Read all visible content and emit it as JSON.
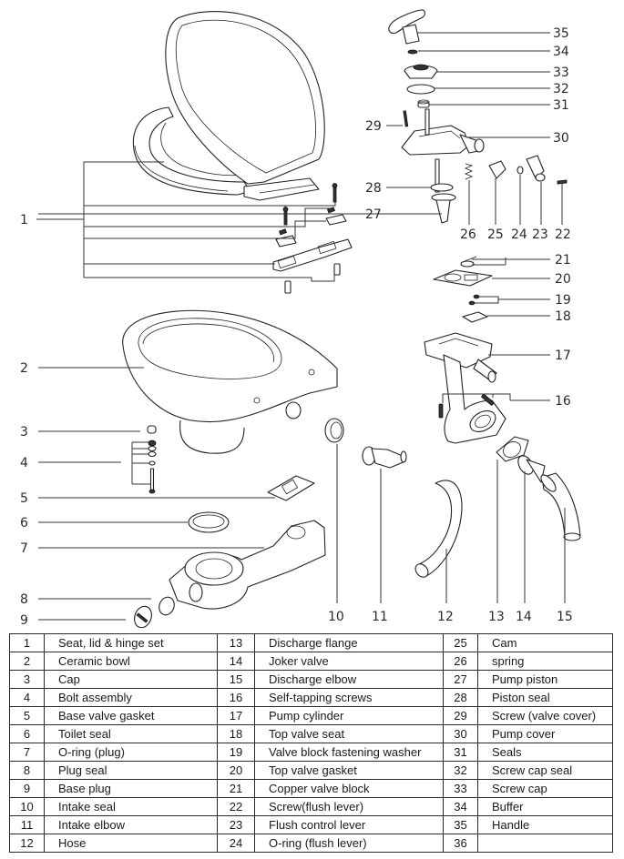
{
  "diagram": {
    "title": "Toilet exploded parts diagram",
    "callouts": [
      {
        "id": "1",
        "part": "Seat, lid & hinge set"
      },
      {
        "id": "2",
        "part": "Ceramic bowl"
      },
      {
        "id": "3",
        "part": "Cap"
      },
      {
        "id": "4",
        "part": "Bolt assembly"
      },
      {
        "id": "5",
        "part": "Base valve gasket"
      },
      {
        "id": "6",
        "part": "Toilet seal"
      },
      {
        "id": "7",
        "part": "O-ring (plug)"
      },
      {
        "id": "8",
        "part": "Plug seal"
      },
      {
        "id": "9",
        "part": "Base plug"
      },
      {
        "id": "10",
        "part": "Intake seal"
      },
      {
        "id": "11",
        "part": "Intake elbow"
      },
      {
        "id": "12",
        "part": "Hose"
      },
      {
        "id": "13",
        "part": "Discharge flange"
      },
      {
        "id": "14",
        "part": "Joker valve"
      },
      {
        "id": "15",
        "part": "Discharge elbow"
      },
      {
        "id": "16",
        "part": "Self-tapping screws"
      },
      {
        "id": "17",
        "part": "Pump cylinder"
      },
      {
        "id": "18",
        "part": "Top valve seat"
      },
      {
        "id": "19",
        "part": "Valve block fastening washer"
      },
      {
        "id": "20",
        "part": "Top valve gasket"
      },
      {
        "id": "21",
        "part": "Copper valve block"
      },
      {
        "id": "22",
        "part": "Screw(flush lever)"
      },
      {
        "id": "23",
        "part": "Flush control lever"
      },
      {
        "id": "24",
        "part": "O-ring (flush lever)"
      },
      {
        "id": "25",
        "part": "Cam"
      },
      {
        "id": "26",
        "part": "spring"
      },
      {
        "id": "27",
        "part": "Pump piston"
      },
      {
        "id": "28",
        "part": "Piston seal"
      },
      {
        "id": "29",
        "part": "Screw (valve cover)"
      },
      {
        "id": "30",
        "part": "Pump cover"
      },
      {
        "id": "31",
        "part": "Seals"
      },
      {
        "id": "32",
        "part": "Screw cap seal"
      },
      {
        "id": "33",
        "part": "Screw cap"
      },
      {
        "id": "34",
        "part": "Buffer"
      },
      {
        "id": "35",
        "part": "Handle"
      }
    ]
  },
  "parts_table": {
    "rows": [
      [
        {
          "num": "1",
          "name": "Seat, lid & hinge set"
        },
        {
          "num": "13",
          "name": "Discharge flange"
        },
        {
          "num": "25",
          "name": "Cam"
        }
      ],
      [
        {
          "num": "2",
          "name": "Ceramic bowl"
        },
        {
          "num": "14",
          "name": "Joker valve"
        },
        {
          "num": "26",
          "name": "spring"
        }
      ],
      [
        {
          "num": "3",
          "name": "Cap"
        },
        {
          "num": "15",
          "name": "Discharge elbow"
        },
        {
          "num": "27",
          "name": "Pump piston"
        }
      ],
      [
        {
          "num": "4",
          "name": "Bolt assembly"
        },
        {
          "num": "16",
          "name": "Self-tapping screws"
        },
        {
          "num": "28",
          "name": "Piston seal"
        }
      ],
      [
        {
          "num": "5",
          "name": "Base valve gasket"
        },
        {
          "num": "17",
          "name": "Pump cylinder"
        },
        {
          "num": "29",
          "name": "Screw (valve cover)"
        }
      ],
      [
        {
          "num": "6",
          "name": "Toilet seal"
        },
        {
          "num": "18",
          "name": "Top valve seat"
        },
        {
          "num": "30",
          "name": "Pump cover"
        }
      ],
      [
        {
          "num": "7",
          "name": "O-ring (plug)"
        },
        {
          "num": "19",
          "name": "Valve block fastening washer"
        },
        {
          "num": "31",
          "name": "Seals"
        }
      ],
      [
        {
          "num": "8",
          "name": "Plug seal"
        },
        {
          "num": "20",
          "name": "Top valve gasket"
        },
        {
          "num": "32",
          "name": "Screw cap seal"
        }
      ],
      [
        {
          "num": "9",
          "name": "Base plug"
        },
        {
          "num": "21",
          "name": "Copper valve block"
        },
        {
          "num": "33",
          "name": "Screw cap"
        }
      ],
      [
        {
          "num": "10",
          "name": "Intake seal"
        },
        {
          "num": "22",
          "name": "Screw(flush lever)"
        },
        {
          "num": "34",
          "name": "Buffer"
        }
      ],
      [
        {
          "num": "11",
          "name": "Intake elbow"
        },
        {
          "num": "23",
          "name": "Flush control lever"
        },
        {
          "num": "35",
          "name": "Handle"
        }
      ],
      [
        {
          "num": "12",
          "name": "Hose"
        },
        {
          "num": "24",
          "name": "O-ring (flush lever)"
        },
        {
          "num": "36",
          "name": ""
        }
      ]
    ]
  }
}
